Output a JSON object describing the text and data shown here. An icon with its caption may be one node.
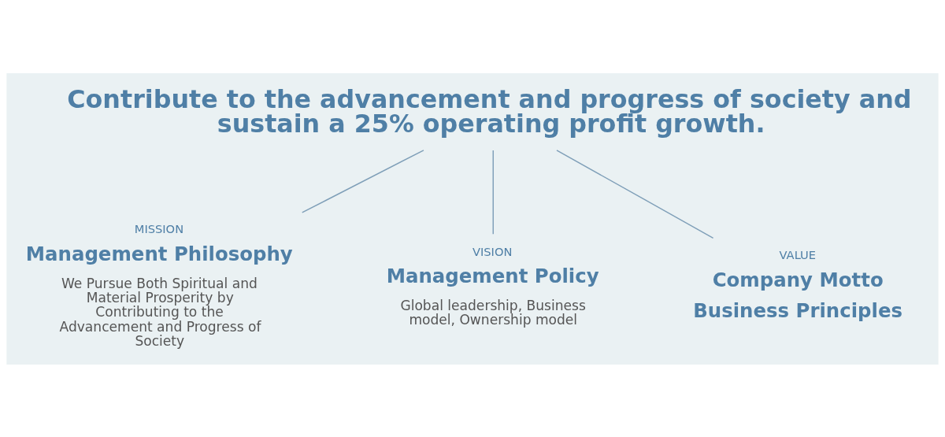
{
  "diagram": {
    "nodes": [
      {
        "text": [
          "Contribute to the advancement and progress of society and sustain a 25% operating profit growth."
        ]
      },
      {
        "text": [
          "MISSION",
          "Management Philosophy",
          "We Pursue Both Spiritual and Material Prosperity by Contributing to the Advancement and Progress of Society"
        ]
      },
      {
        "text": [
          "VISION",
          "Management Policy",
          "Global leadership, Business model, Ownership model"
        ]
      },
      {
        "text": [
          "VALUE",
          "Company Motto",
          "Business Principles"
        ]
      }
    ],
    "edges": [
      {
        "from": 0,
        "to": 1,
        "arrow": "none"
      },
      {
        "from": 0,
        "to": 2,
        "arrow": "none"
      },
      {
        "from": 0,
        "to": 3,
        "arrow": "none"
      }
    ]
  }
}
